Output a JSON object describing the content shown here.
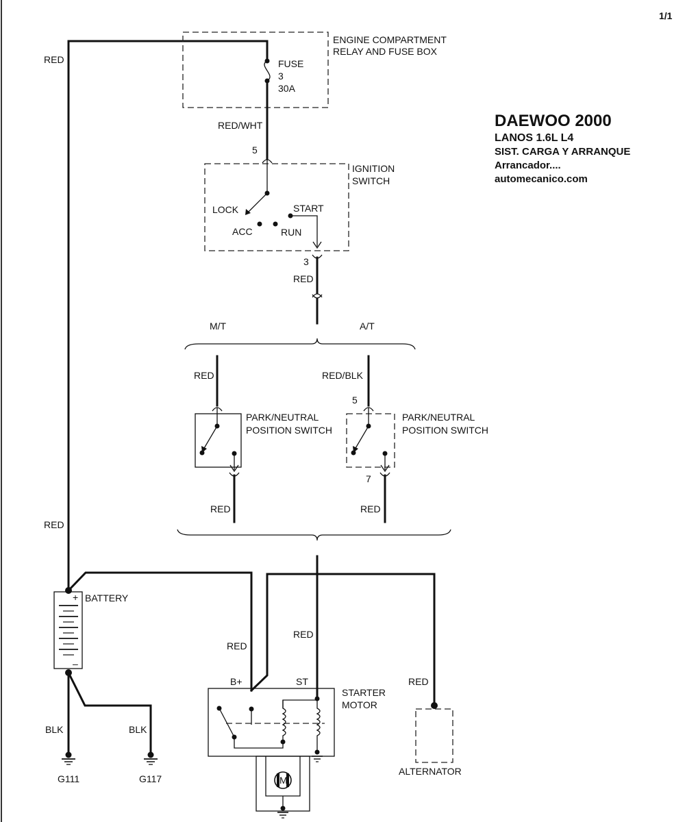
{
  "page_number": "1/1",
  "title": {
    "line1": "DAEWOO 2000",
    "line2": "LANOS  1.6L  L4",
    "line3": "SIST. CARGA Y ARRANQUE",
    "line4": "Arrancador....",
    "line5": "automecanico.com"
  },
  "fuse_box": {
    "name_line1": "ENGINE COMPARTMENT",
    "name_line2": "RELAY AND FUSE BOX",
    "fuse_label": "FUSE",
    "fuse_number": "3",
    "fuse_rating": "30A"
  },
  "ignition_switch": {
    "name_line1": "IGNITION",
    "name_line2": "SWITCH",
    "input_pin": "5",
    "output_pin": "3",
    "positions": {
      "lock": "LOCK",
      "acc": "ACC",
      "run": "RUN",
      "start": "START"
    }
  },
  "transmission": {
    "manual": "M/T",
    "automatic": "A/T"
  },
  "pn_switch_mt": {
    "name_line1": "PARK/NEUTRAL",
    "name_line2": "POSITION SWITCH"
  },
  "pn_switch_at": {
    "name_line1": "PARK/NEUTRAL",
    "name_line2": "POSITION SWITCH",
    "in_pin": "5",
    "out_pin": "7"
  },
  "battery": {
    "name": "BATTERY",
    "plus": "+",
    "minus": "–"
  },
  "starter": {
    "name_line1": "STARTER",
    "name_line2": "MOTOR",
    "bplus": "B+",
    "st": "ST",
    "motor_symbol": "M"
  },
  "alternator": {
    "name": "ALTERNATOR"
  },
  "grounds": {
    "g1": "G111",
    "g2": "G117"
  },
  "wires": {
    "red_top_left": "RED",
    "red_wht": "RED/WHT",
    "red_ign_out": "RED",
    "red_mt_in": "RED",
    "red_blk_at_in": "RED/BLK",
    "red_mt_out": "RED",
    "red_at_out": "RED",
    "red_left_mid": "RED",
    "red_bplus": "RED",
    "red_st": "RED",
    "red_alt": "RED",
    "blk_g111": "BLK",
    "blk_g117": "BLK"
  },
  "icons": [
    "fuse-icon",
    "switch-icon",
    "battery-icon",
    "ground-icon",
    "coil-icon",
    "motor-icon",
    "connector-icon"
  ]
}
